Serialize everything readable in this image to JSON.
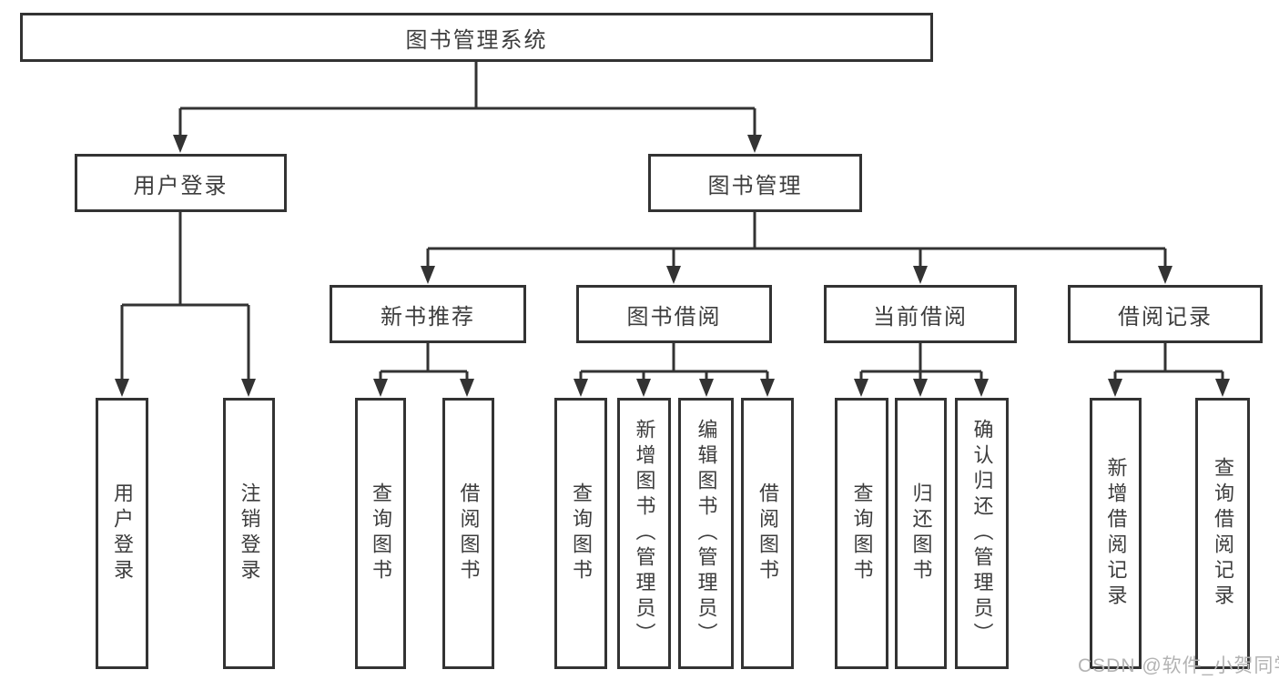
{
  "tree": {
    "root": {
      "label": "图书管理系统"
    },
    "branches": [
      {
        "label": "用户登录",
        "children": [
          {
            "label": "用户登录"
          },
          {
            "label": "注销登录"
          }
        ]
      },
      {
        "label": "图书管理",
        "children": [
          {
            "label": "新书推荐",
            "children": [
              {
                "label": "查询图书"
              },
              {
                "label": "借阅图书"
              }
            ]
          },
          {
            "label": "图书借阅",
            "children": [
              {
                "label": "查询图书"
              },
              {
                "label": "新增图书（管理员）"
              },
              {
                "label": "编辑图书（管理员）"
              },
              {
                "label": "借阅图书"
              }
            ]
          },
          {
            "label": "当前借阅",
            "children": [
              {
                "label": "查询图书"
              },
              {
                "label": "归还图书"
              },
              {
                "label": "确认归还（管理员）"
              }
            ]
          },
          {
            "label": "借阅记录",
            "children": [
              {
                "label": "新增借阅记录"
              },
              {
                "label": "查询借阅记录"
              }
            ]
          }
        ]
      }
    ]
  },
  "watermark": "CSDN @软件_小贺同学",
  "colors": {
    "line": "#333333",
    "box_border": "#333333",
    "text": "#3d3d3d",
    "watermark": "#b3b3b3",
    "background": "#ffffff"
  }
}
